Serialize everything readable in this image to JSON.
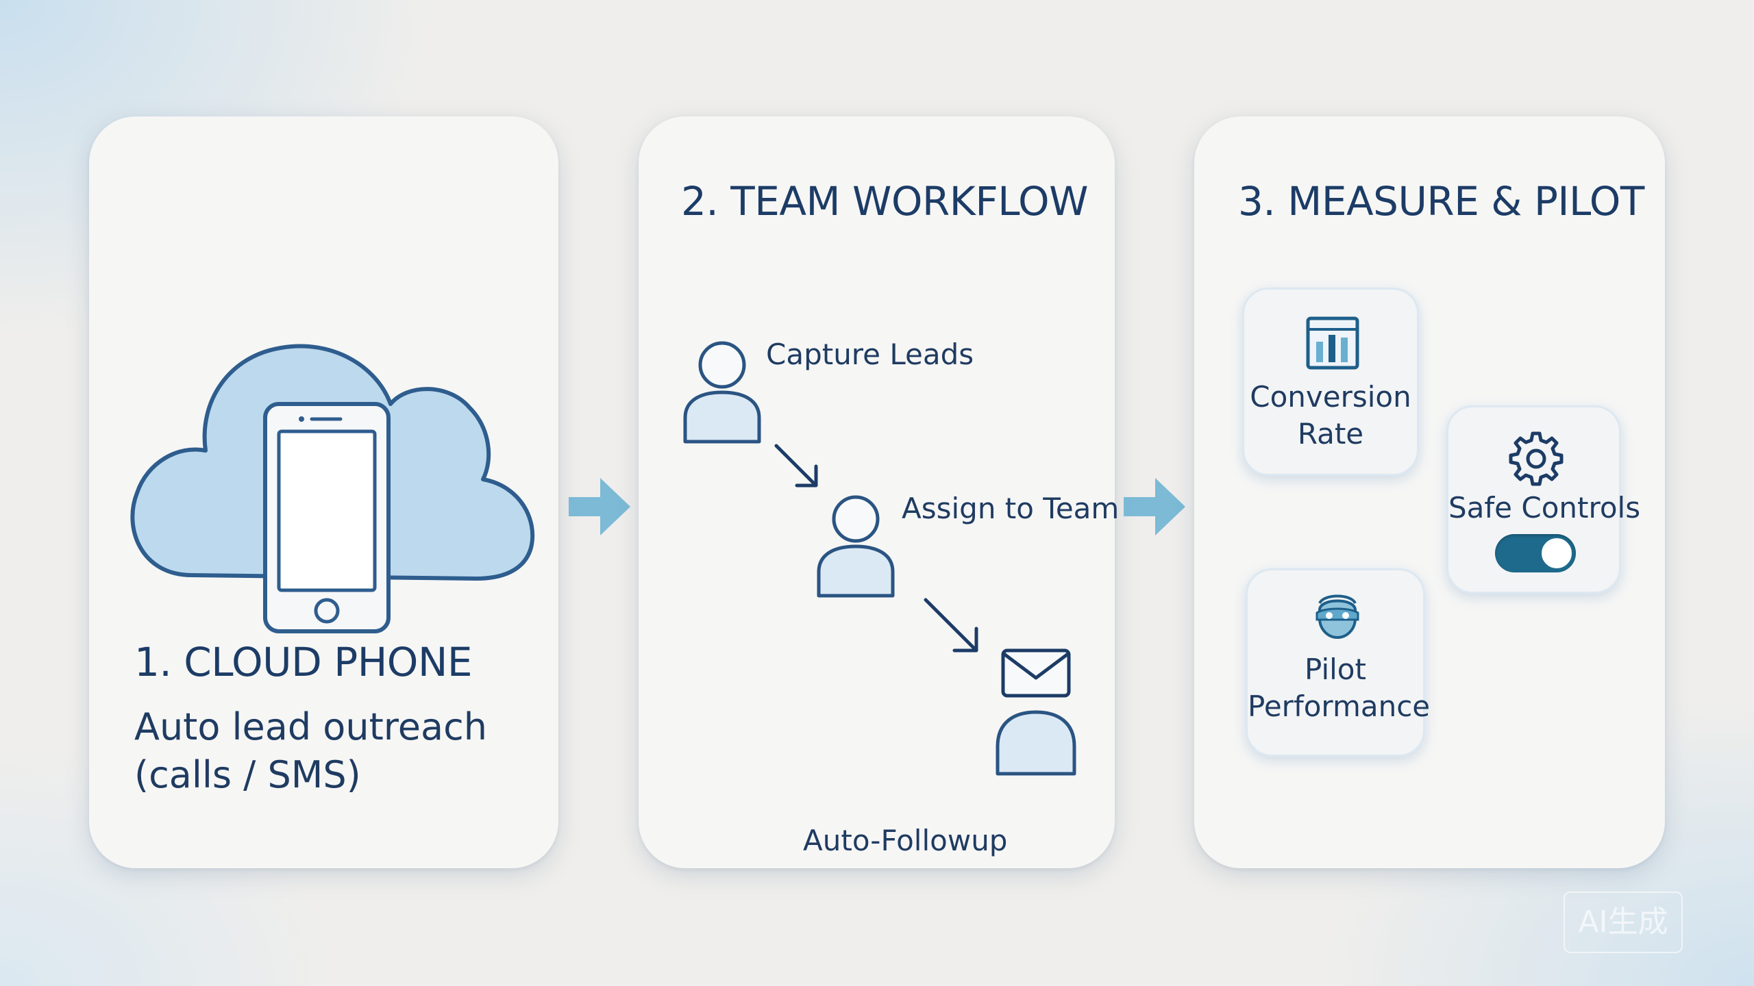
{
  "steps": [
    {
      "title": "1. CLOUD PHONE",
      "desc_line1": "Auto lead outreach",
      "desc_line2": "(calls / SMS)",
      "icon": "cloud-phone-icon"
    },
    {
      "title": "2. TEAM WORKFLOW",
      "items": [
        {
          "label": "Capture Leads",
          "icon": "person-icon"
        },
        {
          "label": "Assign to Team",
          "icon": "person-icon"
        },
        {
          "label": "Auto-Followup",
          "icon": "envelope-person-icon"
        }
      ]
    },
    {
      "title": "3. MEASURE & PILOT",
      "tiles": [
        {
          "line1": "Conversion",
          "line2": "Rate",
          "icon": "chart-icon"
        },
        {
          "line1": "Safe Controls",
          "icon": "gear-icon",
          "toggle_on": true
        },
        {
          "line1": "Pilot",
          "line2": "Performance",
          "icon": "pilot-icon"
        }
      ]
    }
  ],
  "watermark": "AI生成",
  "colors": {
    "title": "#1c3c66",
    "text": "#1f3b61",
    "icon_stroke": "#2a5482",
    "icon_fill": "#d4e6f4",
    "arrow": "#6fb4d4",
    "toggle": "#1e6a8c"
  }
}
